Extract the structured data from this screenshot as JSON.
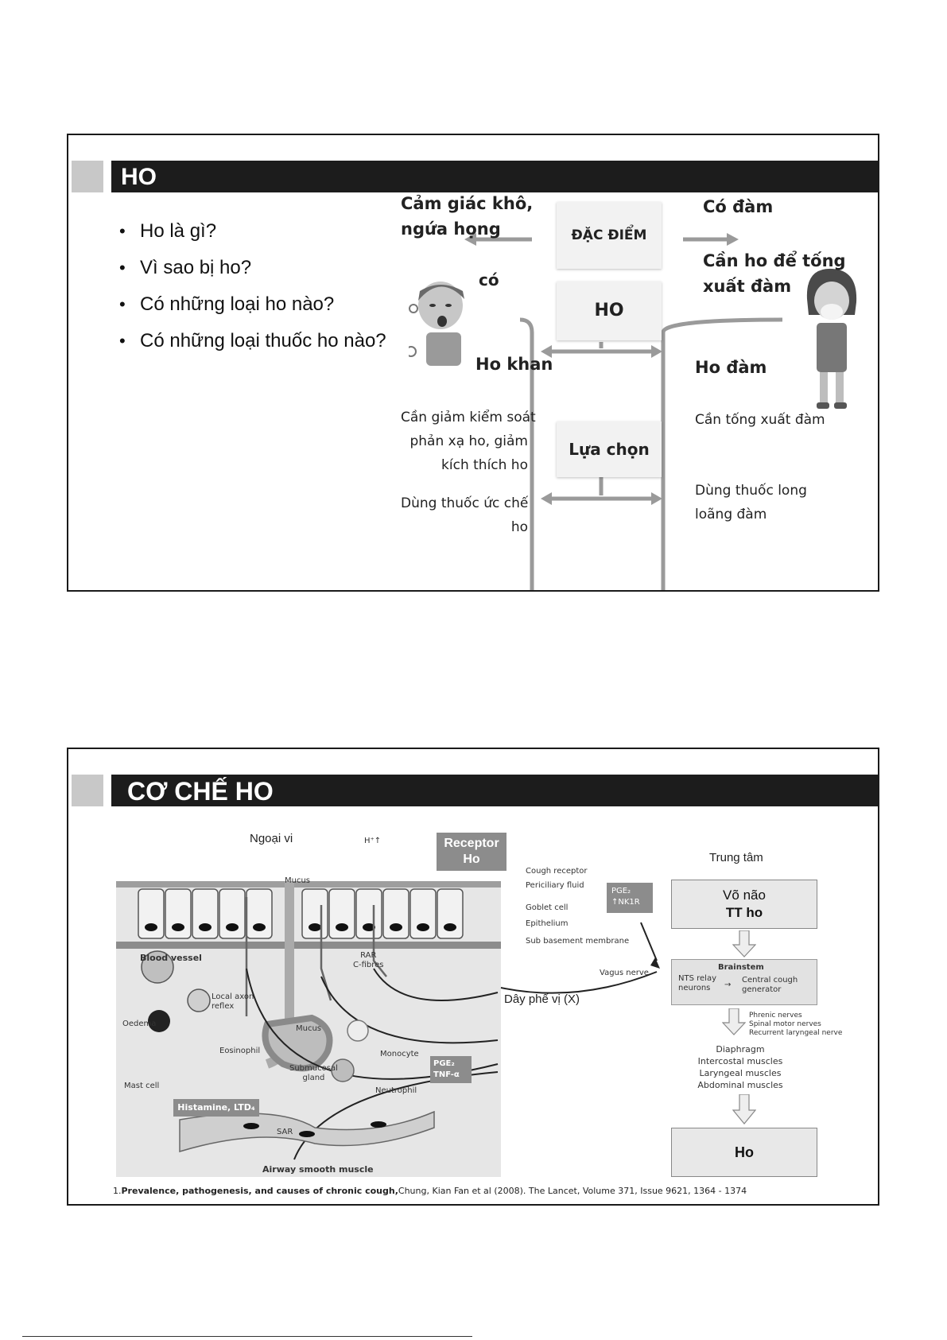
{
  "slide1": {
    "title": "HO",
    "bullets": [
      "Ho là gì?",
      "Vì sao bị ho?",
      "Có những loại ho nào?",
      "Có những loại thuốc ho nào?"
    ],
    "diagram": {
      "left_top": [
        "Cảm giác khô,",
        "ngứa họng"
      ],
      "left_co": "có",
      "center_features": "ĐẶC ĐIỂM",
      "center_ho": "HO",
      "center_choice": "Lựa chọn",
      "right_top": "Có đàm",
      "right_mid": [
        "Cần ho để tống",
        "xuất đàm"
      ],
      "dry_cough": "Ho khan",
      "wet_cough": "Ho đàm",
      "dry_need": [
        "Cần giảm kiểm soát",
        "phản xạ ho, giảm",
        "kích thích ho"
      ],
      "wet_need": "Cần tống xuất đàm",
      "dry_drug": [
        "Dùng thuốc ức chế",
        "ho"
      ],
      "wet_drug": [
        "Dùng thuốc long",
        "loãng đàm"
      ]
    }
  },
  "slide2": {
    "title": "CƠ CHẾ HO",
    "labels": {
      "peripheral": "Ngoại vi",
      "central": "Trung tâm",
      "receptor": [
        "Receptor",
        "Ho"
      ],
      "h_plus": "H⁺↑",
      "mucus": "Mucus",
      "cough_receptor": "Cough receptor",
      "periciliary": "Periciliary fluid",
      "goblet": "Goblet cell",
      "epithelium": "Epithelium",
      "submembrane": "Sub basement membrane",
      "blood_vessel": "Blood vessel",
      "local_axon": [
        "Local axon",
        "reflex"
      ],
      "oedema": "Oedema",
      "eosinophil": "Eosinophil",
      "mast_cell": "Mast cell",
      "histamine": "Histamine, LTD₄",
      "rar": [
        "RAR",
        "C-fibres"
      ],
      "mucus2": "Mucus",
      "submucosal": [
        "Submucosal",
        "gland"
      ],
      "monocyte": "Monocyte",
      "neutrophil": "Neutrophil",
      "pge_tnf": [
        "PGE₂",
        "TNF-α"
      ],
      "sar": "SAR",
      "smooth_muscle": "Airway smooth muscle",
      "pge_nk": [
        "PGE₂",
        "↑NK1R"
      ],
      "vagus": "Vagus nerve",
      "vagus_vn": "Dây phế vị (X)",
      "cortex": [
        "Võ não",
        "TT ho"
      ],
      "brainstem": "Brainstem",
      "nts": [
        "NTS relay",
        "neurons"
      ],
      "ccg": [
        "Central cough",
        "generator"
      ],
      "nerves": [
        "Phrenic nerves",
        "Spinal motor nerves",
        "Recurrent laryngeal nerve"
      ],
      "muscles": [
        "Diaphragm",
        "Intercostal muscles",
        "Laryngeal muscles",
        "Abdominal muscles"
      ],
      "result": "Ho"
    },
    "footnote": {
      "num": "1.",
      "bold": "Prevalence, pathogenesis, and causes of chronic cough,",
      "rest": "Chung, Kian Fan et al (2008). The Lancet, Volume 371, Issue 9621, 1364 - 1374"
    }
  }
}
